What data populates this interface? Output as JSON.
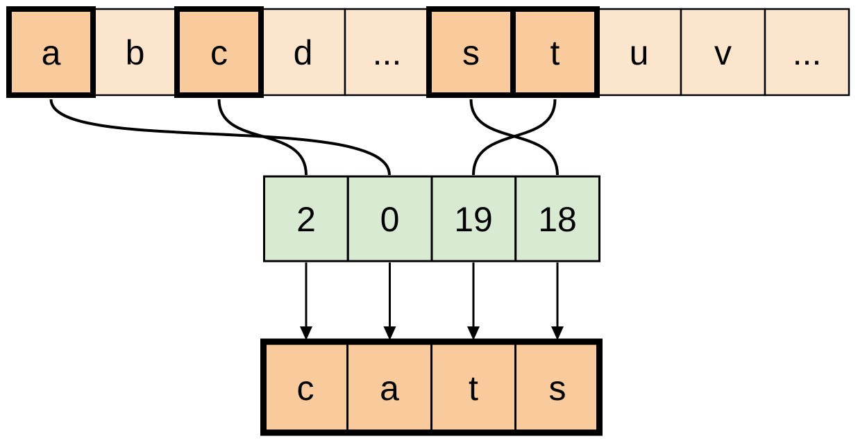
{
  "diagram": {
    "description": "Mapping letters of the alphabet to numeric indices to spell the word cats",
    "colors": {
      "cell_light_orange": "#fce5cd",
      "cell_highlight_orange": "#f9cb9c",
      "cell_light_green": "#d9ead3",
      "stroke": "#000000",
      "background": "#ffffff"
    },
    "alphabet_row": {
      "cells": [
        {
          "label": "a",
          "highlighted": true
        },
        {
          "label": "b",
          "highlighted": false
        },
        {
          "label": "c",
          "highlighted": true
        },
        {
          "label": "d",
          "highlighted": false
        },
        {
          "label": "...",
          "highlighted": false
        },
        {
          "label": "s",
          "highlighted": true
        },
        {
          "label": "t",
          "highlighted": true
        },
        {
          "label": "u",
          "highlighted": false
        },
        {
          "label": "v",
          "highlighted": false
        },
        {
          "label": "...",
          "highlighted": false
        }
      ]
    },
    "index_row": {
      "cells": [
        {
          "value": "2"
        },
        {
          "value": "0"
        },
        {
          "value": "19"
        },
        {
          "value": "18"
        }
      ]
    },
    "word_row": {
      "cells": [
        {
          "label": "c"
        },
        {
          "label": "a"
        },
        {
          "label": "t"
        },
        {
          "label": "s"
        }
      ]
    },
    "mappings": [
      {
        "from_letter": "a",
        "to_index": "0"
      },
      {
        "from_letter": "c",
        "to_index": "2"
      },
      {
        "from_letter": "s",
        "to_index": "18"
      },
      {
        "from_letter": "t",
        "to_index": "19"
      }
    ]
  }
}
